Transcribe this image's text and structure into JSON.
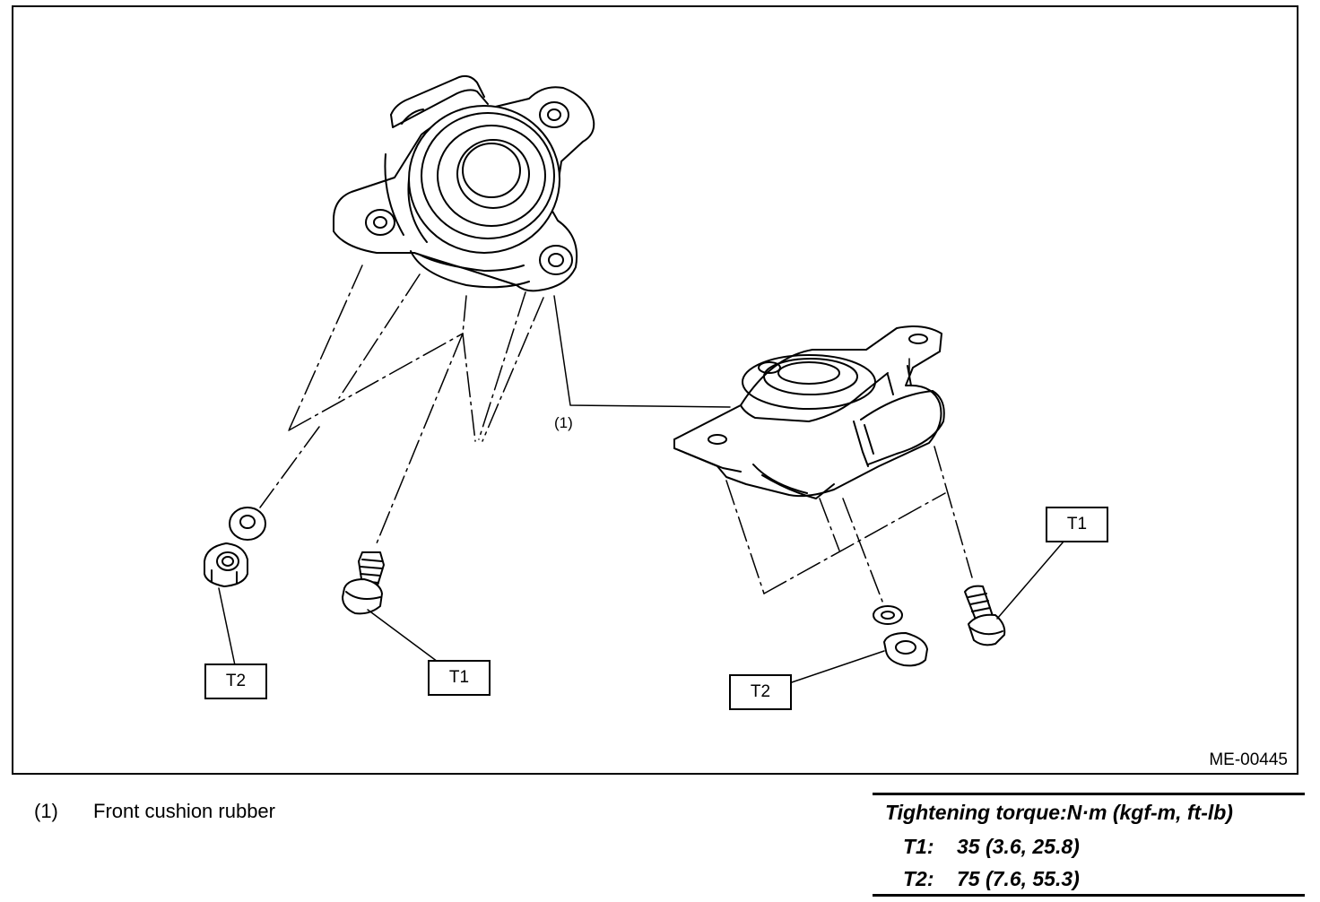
{
  "figure": {
    "id": "ME-00445",
    "callout": "(1)",
    "labels": {
      "t1_left": "T1",
      "t1_right": "T1",
      "t2_left": "T2",
      "t2_right": "T2"
    }
  },
  "legend": {
    "items": [
      {
        "number": "(1)",
        "text": "Front cushion rubber"
      }
    ]
  },
  "torque": {
    "title": "Tightening torque:N·m (kgf-m, ft-lb)",
    "rows": [
      {
        "key": "T1:",
        "value": "35 (3.6, 25.8)"
      },
      {
        "key": "T2:",
        "value": "75 (7.6, 55.3)"
      }
    ]
  }
}
